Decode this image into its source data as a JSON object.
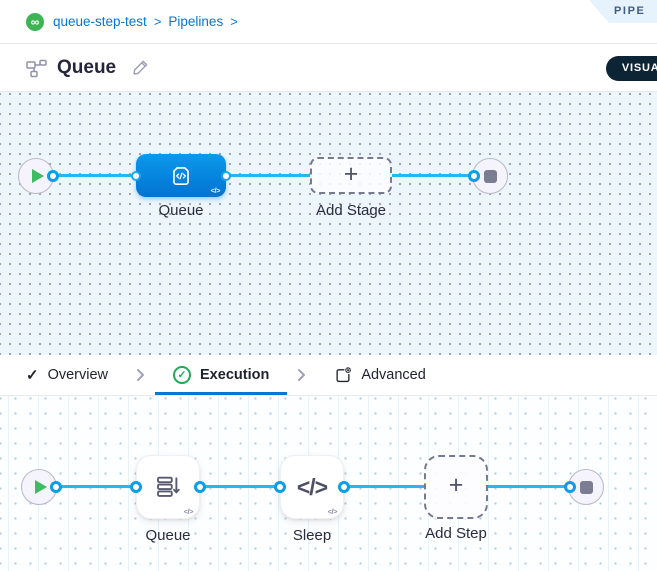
{
  "icons": {
    "infinity": "∞",
    "check": "✓",
    "plus": "+",
    "code": "</>",
    "breadcrumb_sep": ">"
  },
  "breadcrumb": {
    "project": "queue-step-test",
    "section": "Pipelines"
  },
  "ribbon_label": "PIPE",
  "header": {
    "title": "Queue",
    "mode_label": "VISUAL"
  },
  "stage_graph": {
    "stage_label": "Queue",
    "add_label": "Add Stage"
  },
  "tabs": {
    "overview": "Overview",
    "execution": "Execution",
    "advanced": "Advanced"
  },
  "exec_graph": {
    "queue_label": "Queue",
    "sleep_label": "Sleep",
    "add_label": "Add Step"
  },
  "colors": {
    "accent": "#0278d5",
    "connector": "#29b5f4",
    "stage_blue": "#0b8fe4",
    "success_green": "#1bad58",
    "pill_dark": "#0d2435"
  }
}
